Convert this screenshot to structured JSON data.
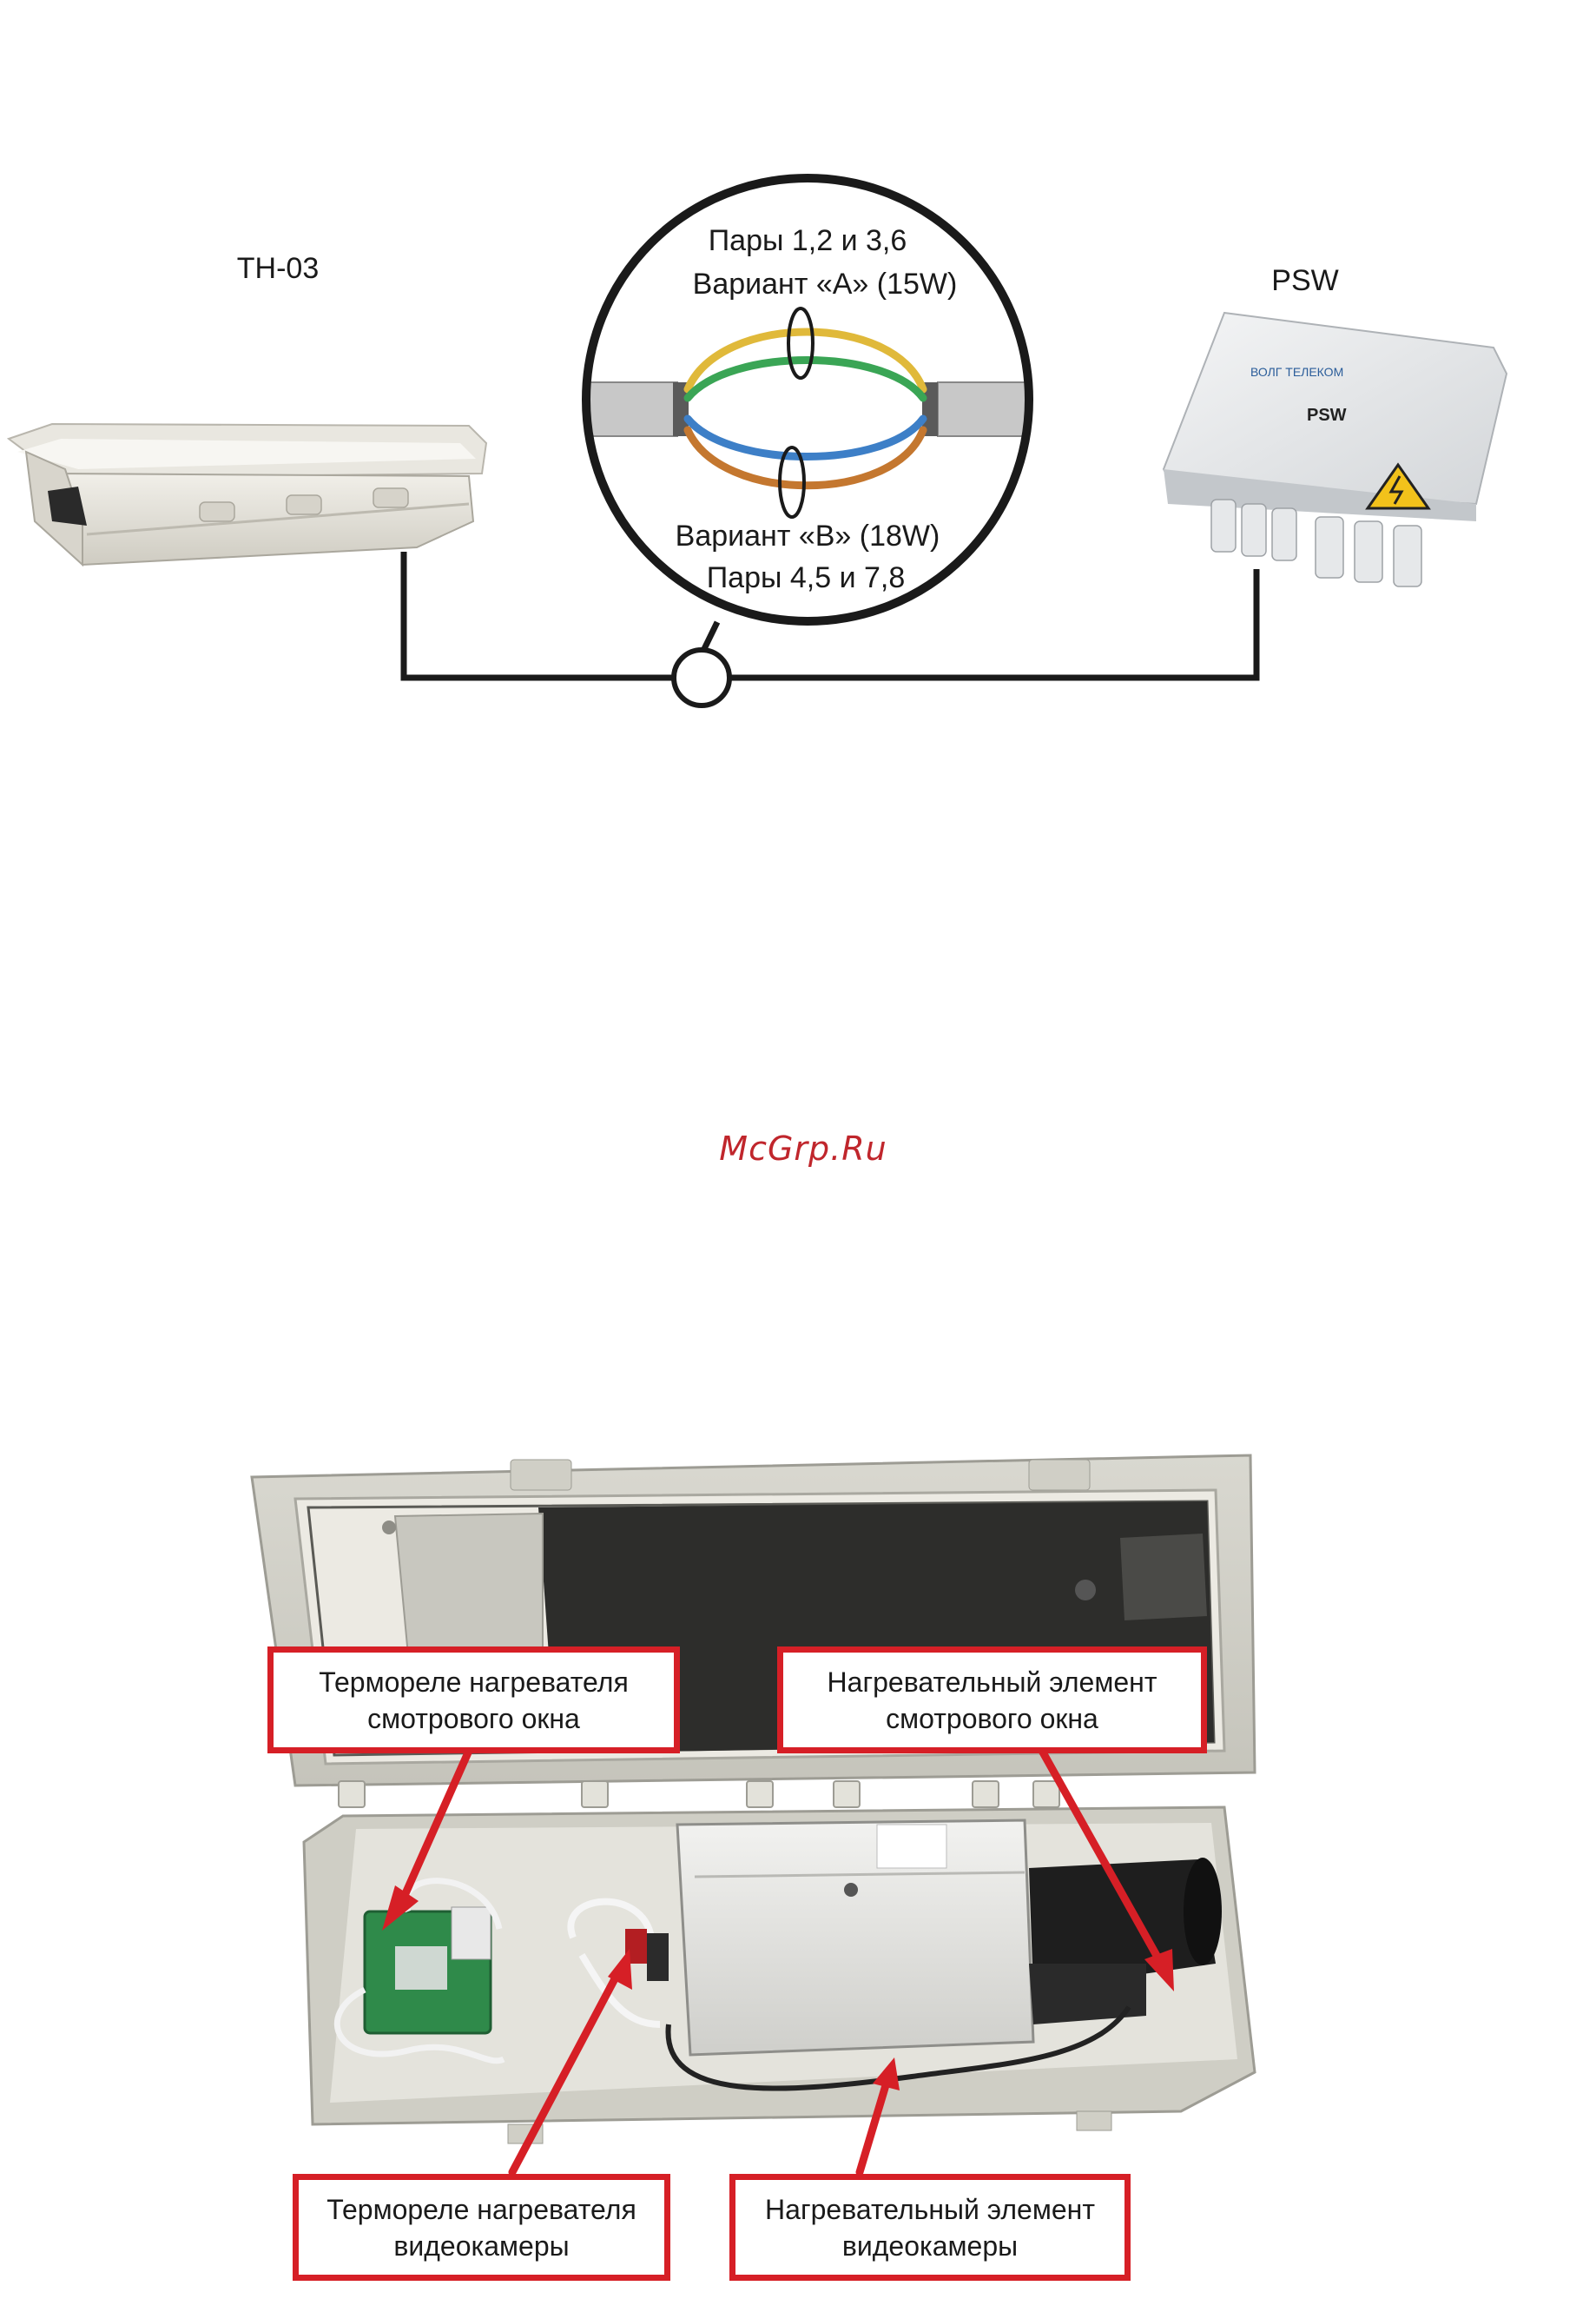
{
  "top_diagram": {
    "left_device_label": "TH-03",
    "right_device_label": "PSW",
    "pairs_a_line1": "Пары 1,2 и 3,6",
    "pairs_a_line2": "Вариант «А» (15W)",
    "pairs_b_line1": "Вариант «В» (18W)",
    "pairs_b_line2": "Пары 4,5 и 7,8",
    "psw_box_brand": "ВОЛГ ТЕЛЕКОМ",
    "psw_box_model": "PSW",
    "wire_colors": [
      "#e0b93a",
      "#3aa555",
      "#3d7fc7",
      "#c4772f"
    ],
    "cable_color": "#c8c8c8",
    "line_color": "#1a1a1a"
  },
  "watermark": {
    "text": "McGrp.Ru",
    "color": "#c0262c"
  },
  "bottom_photo": {
    "accent_color": "#d61f26",
    "callouts": {
      "window_thermo": {
        "line1": "Термореле нагревателя",
        "line2": "смотрового окна"
      },
      "window_heater": {
        "line1": "Нагревательный элемент",
        "line2": "смотрового окна"
      },
      "camera_thermo": {
        "line1": "Термореле нагревателя",
        "line2": "видеокамеры"
      },
      "camera_heater": {
        "line1": "Нагревательный элемент",
        "line2": "видеокамеры"
      }
    }
  }
}
